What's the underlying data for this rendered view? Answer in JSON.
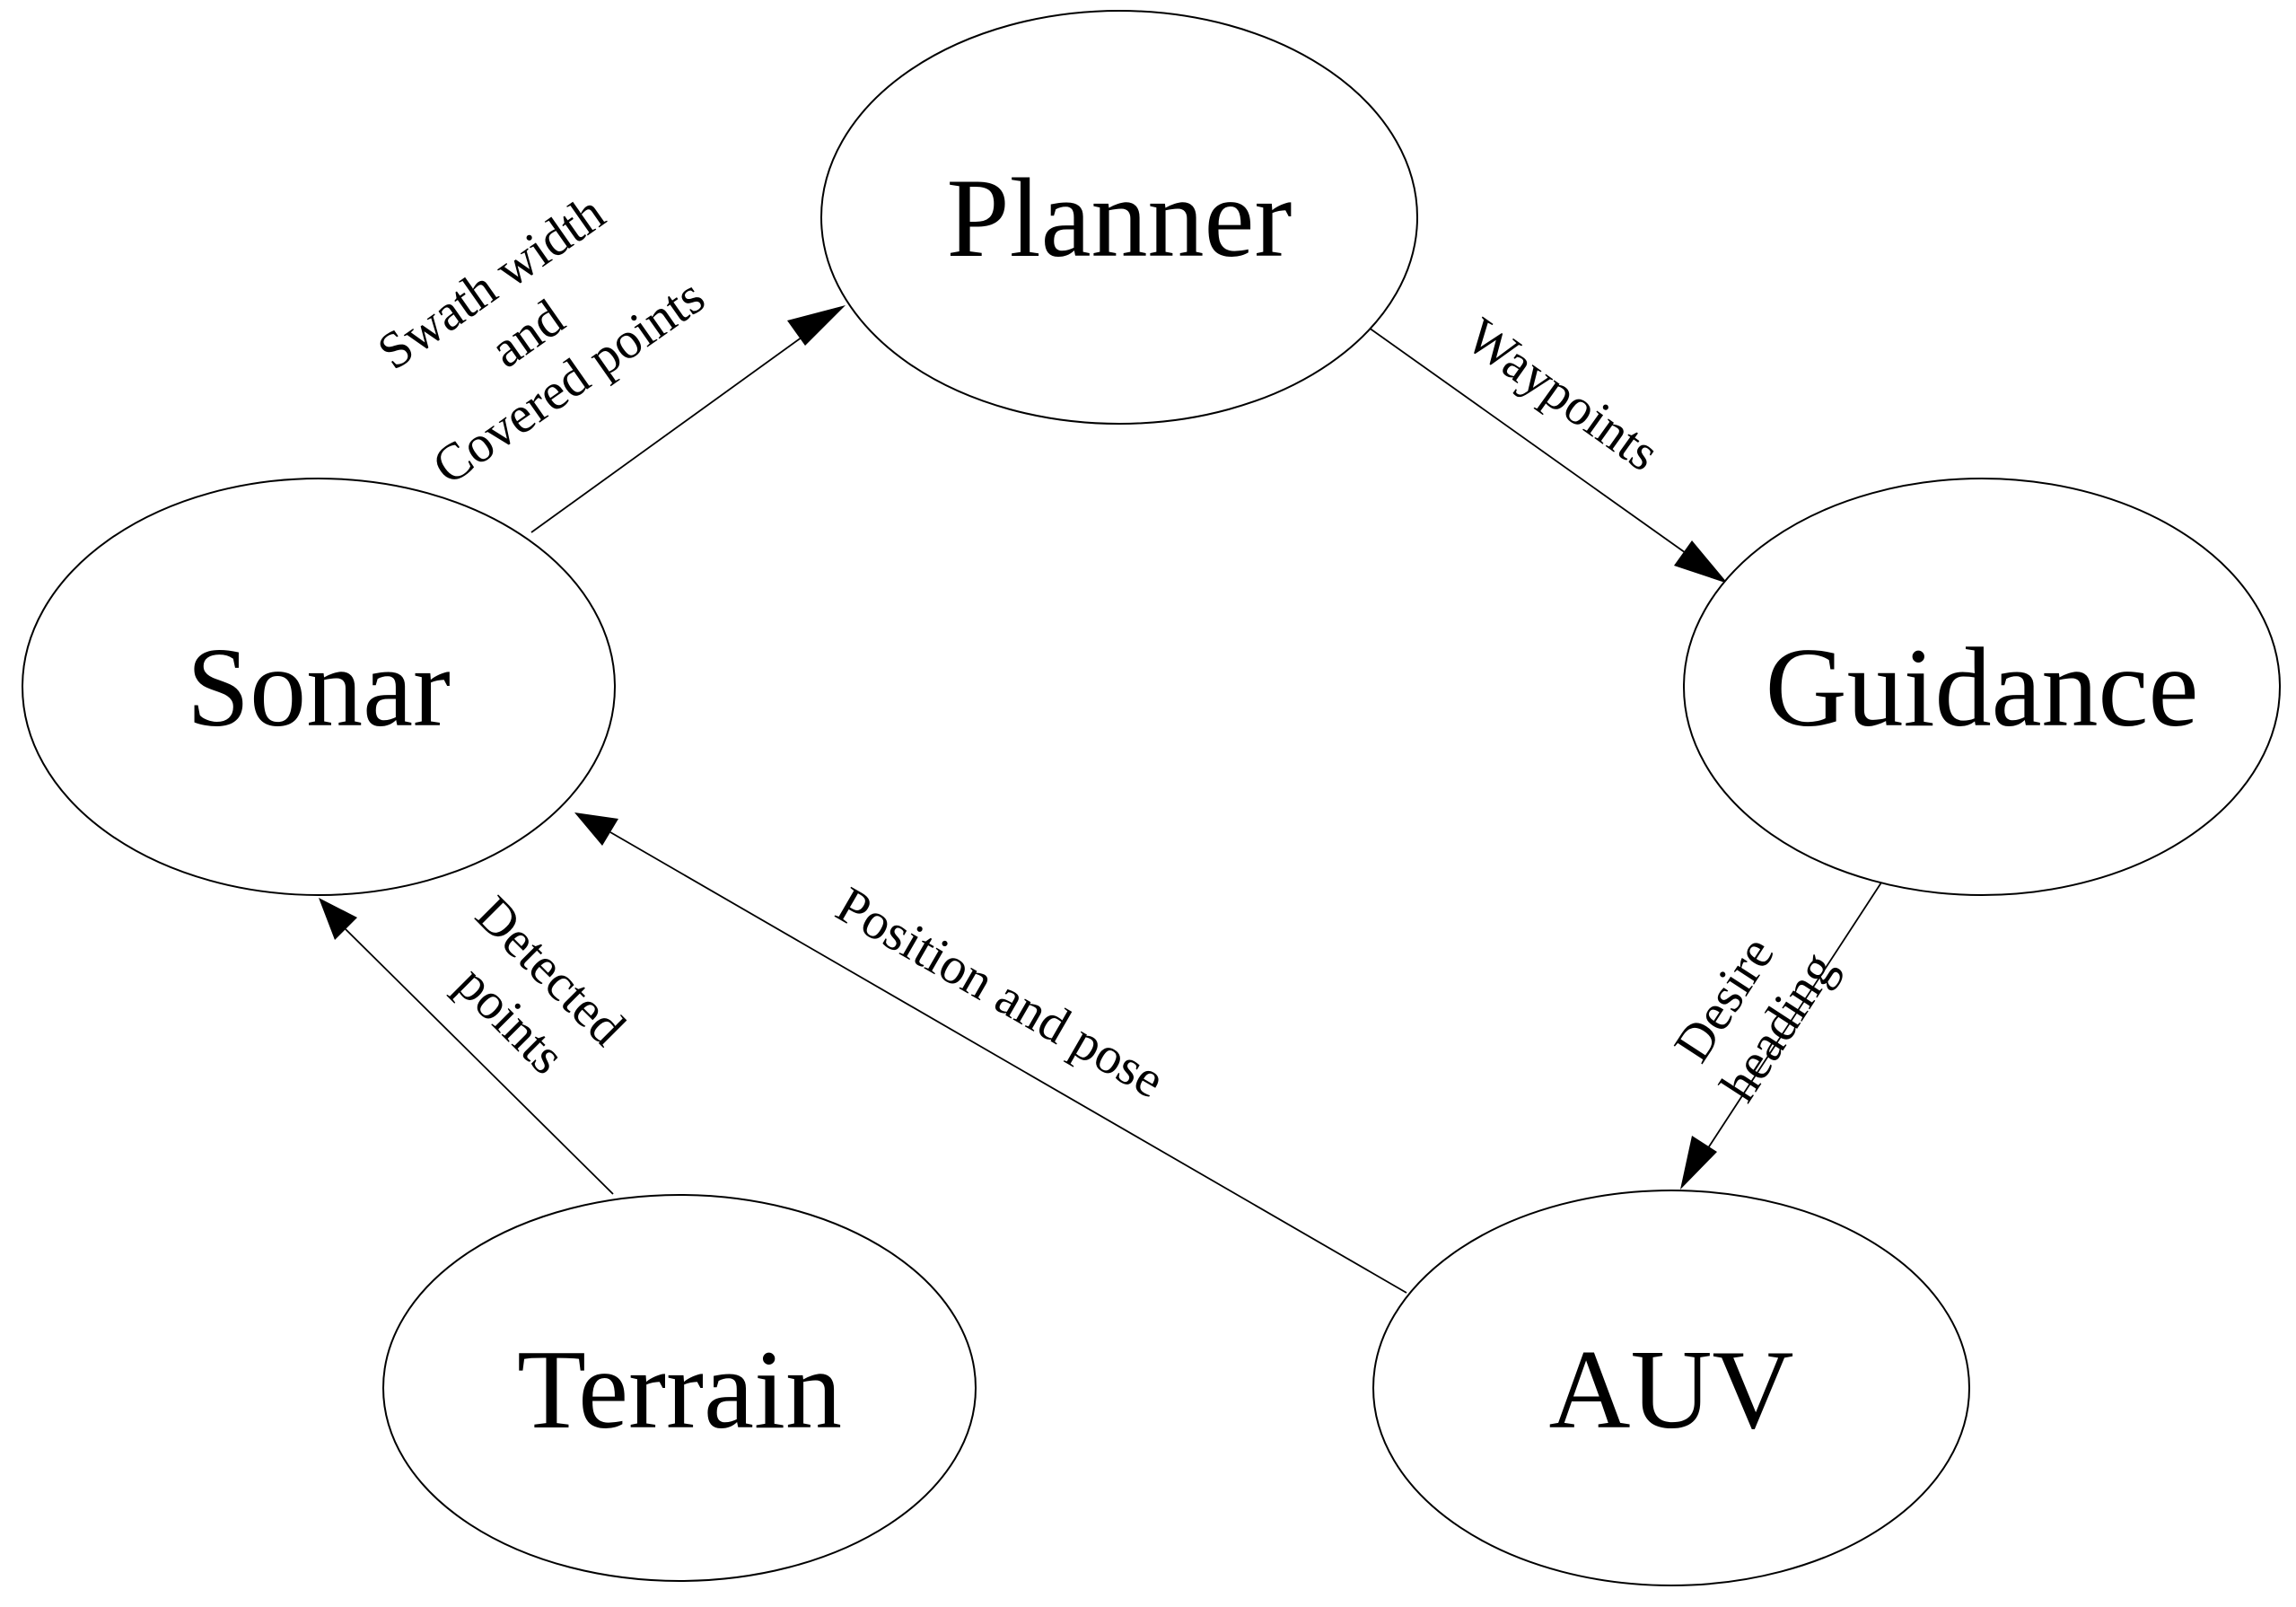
{
  "diagram": {
    "nodes": {
      "planner": {
        "label": "Planner"
      },
      "sonar": {
        "label": "Sonar"
      },
      "guidance": {
        "label": "Guidance"
      },
      "terrain": {
        "label": "Terrain"
      },
      "auv": {
        "label": "AUV"
      }
    },
    "edges": {
      "sonar_to_planner": {
        "from": "Sonar",
        "to": "Planner",
        "label_lines": [
          "Swath width",
          "and",
          "Covered points"
        ]
      },
      "planner_to_guidance": {
        "from": "Planner",
        "to": "Guidance",
        "label_lines": [
          "Waypoints"
        ]
      },
      "guidance_to_auv": {
        "from": "Guidance",
        "to": "AUV",
        "label_lines": [
          "Desire",
          "heading"
        ]
      },
      "auv_to_sonar": {
        "from": "AUV",
        "to": "Sonar",
        "label_lines": [
          "Position and pose"
        ]
      },
      "terrain_to_sonar": {
        "from": "Terrain",
        "to": "Sonar",
        "label_lines": [
          "Detected",
          "points"
        ]
      }
    }
  }
}
